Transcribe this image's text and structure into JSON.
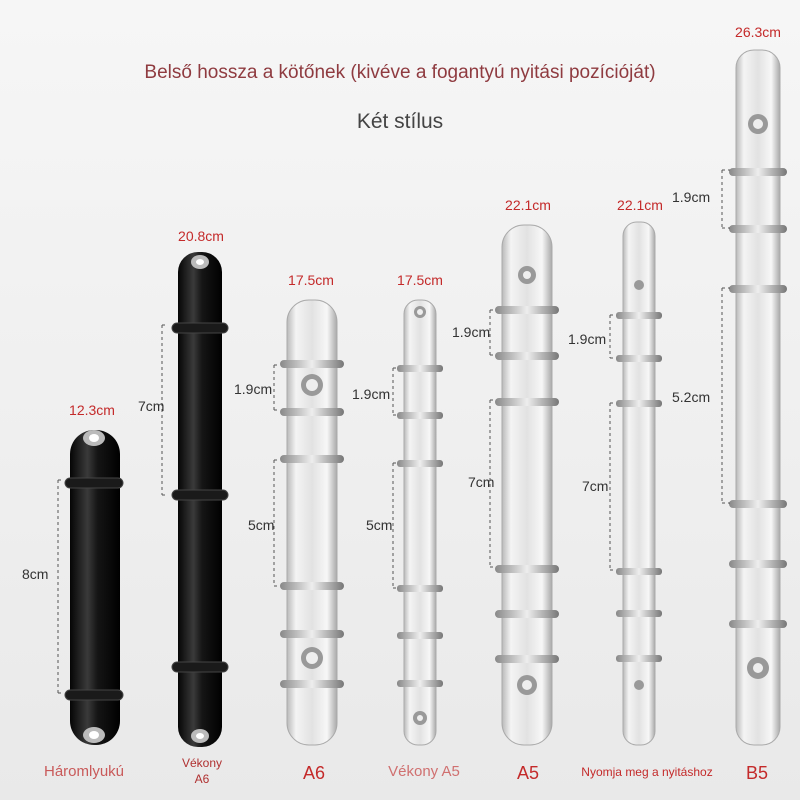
{
  "header": {
    "line1": "Belső hossza a kötőnek (kivéve a fogantyú nyitási pozícióját)",
    "line2": "Két stílus"
  },
  "binders": [
    {
      "length": "12.3cm",
      "name": "Háromlyukú",
      "dims": [
        "8cm"
      ],
      "color": "#111111"
    },
    {
      "length": "20.8cm",
      "name": "Vékony\nA6",
      "dims": [
        "7cm"
      ],
      "color": "#111111"
    },
    {
      "length": "17.5cm",
      "name": "A6",
      "dims": [
        "1.9cm",
        "5cm"
      ],
      "color": "#dcdcdc"
    },
    {
      "length": "17.5cm",
      "name": "Vékony A5",
      "dims": [
        "1.9cm",
        "5cm"
      ],
      "color": "#dcdcdc"
    },
    {
      "length": "22.1cm",
      "name": "A5",
      "dims": [
        "1.9cm",
        "7cm"
      ],
      "color": "#dcdcdc"
    },
    {
      "length": "22.1cm",
      "name": "Nyomja meg a nyitáshoz",
      "dims": [
        "1.9cm",
        "7cm"
      ],
      "color": "#dcdcdc"
    },
    {
      "length": "26.3cm",
      "name": "B5",
      "dims": [
        "1.9cm",
        "5.2cm"
      ],
      "color": "#dcdcdc"
    }
  ]
}
